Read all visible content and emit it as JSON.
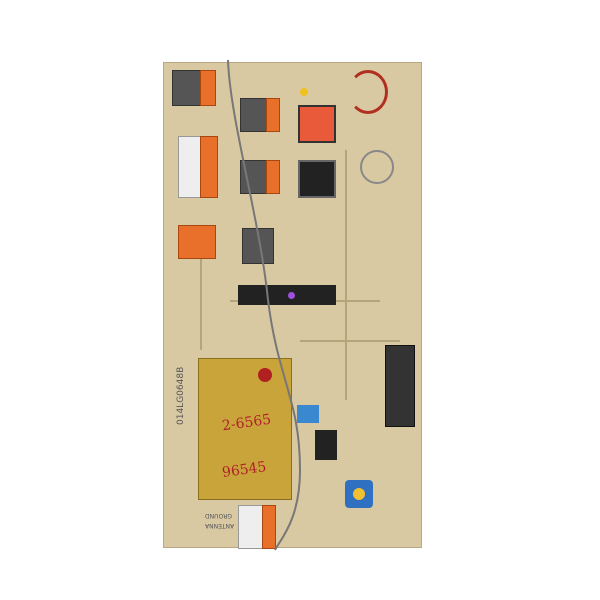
{
  "board": {
    "part_number": "014LG0648B",
    "module_handwriting_1": "2-6565",
    "module_handwriting_2": "96545",
    "label_ground": "GROUND",
    "label_antenna": "ANTENNA"
  },
  "colors": {
    "board": "#d9c9a3",
    "module": "#c9a43a",
    "terminal_orange": "#e8702a",
    "button_red": "#e85a3a"
  }
}
